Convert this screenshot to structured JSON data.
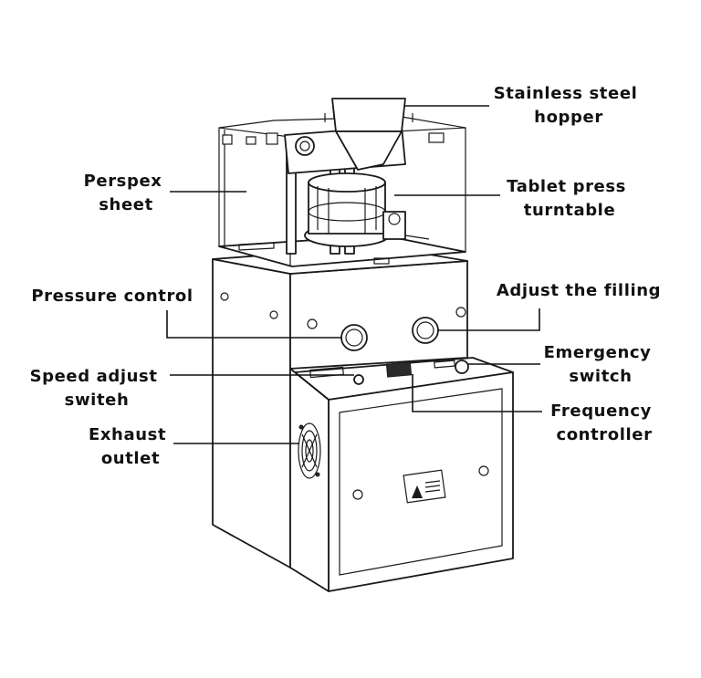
{
  "labels": {
    "hopper": [
      "Stainless steel",
      "hopper"
    ],
    "perspex": [
      "Perspex",
      "sheet"
    ],
    "turntable": [
      "Tablet press",
      "turntable"
    ],
    "pressure": [
      "Pressure control"
    ],
    "filling": [
      "Adjust the filling"
    ],
    "emergency": [
      "Emergency",
      "switch"
    ],
    "speed": [
      "Speed adjust",
      "switeh"
    ],
    "frequency": [
      "Frequency",
      "controller"
    ],
    "exhaust": [
      "Exhaust",
      "outlet"
    ]
  },
  "icons": {
    "warning_sign": "warning-triangle-icon",
    "fan_grille": "exhaust-fan-icon"
  },
  "colors": {
    "line": "#111111",
    "background": "#ffffff"
  }
}
